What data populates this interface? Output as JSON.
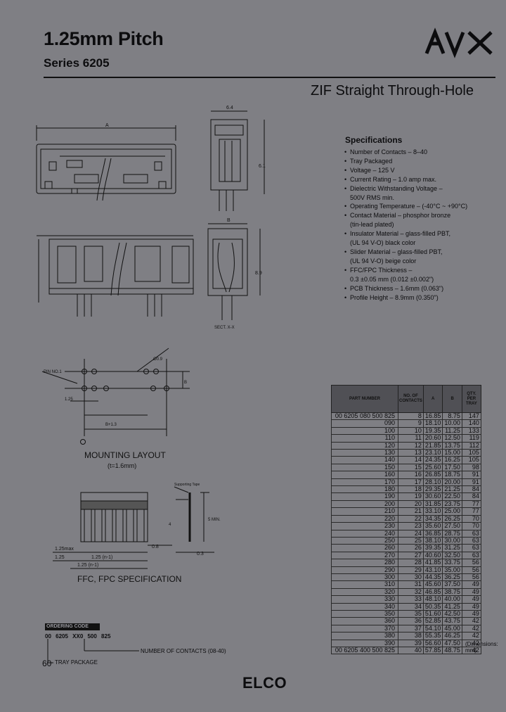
{
  "header": {
    "title": "1.25mm Pitch",
    "series": "Series 6205",
    "logo_text": "AVX",
    "subtitle": "ZIF Straight Through-Hole"
  },
  "specifications": {
    "title": "Specifications",
    "items": [
      {
        "text": "Number of Contacts – 8–40",
        "bullet": true
      },
      {
        "text": "Tray Packaged",
        "bullet": true
      },
      {
        "text": "Voltage – 125 V",
        "bullet": true
      },
      {
        "text": "Current Rating – 1.0 amp max.",
        "bullet": true
      },
      {
        "text": "Dielectric Withstanding Voltage –",
        "bullet": true
      },
      {
        "text": "500V RMS min.",
        "bullet": false
      },
      {
        "text": "Operating Temperature – (-40°C ~ +90°C)",
        "bullet": true
      },
      {
        "text": "Contact Material – phosphor bronze",
        "bullet": true
      },
      {
        "text": "(tin-lead plated)",
        "bullet": false
      },
      {
        "text": "Insulator Material – glass-filled PBT,",
        "bullet": true
      },
      {
        "text": "(UL 94 V-O) black color",
        "bullet": false
      },
      {
        "text": "Slider Material – glass-filled PBT,",
        "bullet": true
      },
      {
        "text": "(UL 94 V-O) beige color",
        "bullet": false
      },
      {
        "text": "FFC/FPC Thickness –",
        "bullet": true
      },
      {
        "text": "0.3 ±0.05 mm (0.012 ±0.002\")",
        "bullet": false
      },
      {
        "text": "PCB Thickness – 1.6mm (0.063\")",
        "bullet": true
      },
      {
        "text": "Profile Height – 8.9mm (0.350\")",
        "bullet": true
      }
    ]
  },
  "drawings": {
    "dim_64": "6.4",
    "dim_a": "A",
    "dim_b": "B",
    "dim_89": "8.9",
    "dim_61": "6.1",
    "dim_section": "SECT. X-X",
    "label_pin": "PIN NO.1",
    "label_diam": "Ø0.9",
    "dim_125": "1.25",
    "dim_b_short": "B",
    "dim_b_plus": "B+1.3",
    "mounting_title": "MOUNTING LAYOUT",
    "mounting_sub": "(t=1.6mm)",
    "supporting_tape": "Supporting Tape",
    "dim_08": "0.8",
    "dim_125max": "1.25max",
    "dim_125b": "1.25",
    "dim_125c": "1.25 (n-1)",
    "dim_125d": "1.25 (n-1)",
    "dim_03": "0.3",
    "dim_4": "4",
    "dim_5min": "5 MIN.",
    "ffc_title": "FFC, FPC SPECIFICATION"
  },
  "table": {
    "headers": [
      "PART NUMBER",
      "NO. OF CONTACTS",
      "A",
      "B",
      "QTY. PER TRAY"
    ],
    "rows": [
      [
        "00 6205 080 500 825",
        "8",
        "16.85",
        "8.75",
        "147"
      ],
      [
        "090",
        "9",
        "18.10",
        "10.00",
        "140"
      ],
      [
        "100",
        "10",
        "19.35",
        "11.25",
        "133"
      ],
      [
        "110",
        "11",
        "20.60",
        "12.50",
        "119"
      ],
      [
        "120",
        "12",
        "21.85",
        "13.75",
        "112"
      ],
      [
        "130",
        "13",
        "23.10",
        "15.00",
        "105"
      ],
      [
        "140",
        "14",
        "24.35",
        "16.25",
        "105"
      ],
      [
        "150",
        "15",
        "25.60",
        "17.50",
        "98"
      ],
      [
        "160",
        "16",
        "26.85",
        "18.75",
        "91"
      ],
      [
        "170",
        "17",
        "28.10",
        "20.00",
        "91"
      ],
      [
        "180",
        "18",
        "29.35",
        "21.25",
        "84"
      ],
      [
        "190",
        "19",
        "30.60",
        "22.50",
        "84"
      ],
      [
        "200",
        "20",
        "31.85",
        "23.75",
        "77"
      ],
      [
        "210",
        "21",
        "33.10",
        "25.00",
        "77"
      ],
      [
        "220",
        "22",
        "34.35",
        "26.25",
        "70"
      ],
      [
        "230",
        "23",
        "35.60",
        "27.50",
        "70"
      ],
      [
        "240",
        "24",
        "36.85",
        "28.75",
        "63"
      ],
      [
        "250",
        "25",
        "38.10",
        "30.00",
        "63"
      ],
      [
        "260",
        "26",
        "39.35",
        "31.25",
        "63"
      ],
      [
        "270",
        "27",
        "40.60",
        "32.50",
        "63"
      ],
      [
        "280",
        "28",
        "41.85",
        "33.75",
        "56"
      ],
      [
        "290",
        "29",
        "43.10",
        "35.00",
        "56"
      ],
      [
        "300",
        "30",
        "44.35",
        "36.25",
        "56"
      ],
      [
        "310",
        "31",
        "45.60",
        "37.50",
        "49"
      ],
      [
        "320",
        "32",
        "46.85",
        "38.75",
        "49"
      ],
      [
        "330",
        "33",
        "48.10",
        "40.00",
        "49"
      ],
      [
        "340",
        "34",
        "50.35",
        "41.25",
        "49"
      ],
      [
        "350",
        "35",
        "51.60",
        "42.50",
        "49"
      ],
      [
        "360",
        "36",
        "52.85",
        "43.75",
        "42"
      ],
      [
        "370",
        "37",
        "54.10",
        "45.00",
        "42"
      ],
      [
        "380",
        "38",
        "55.35",
        "46.25",
        "42"
      ],
      [
        "390",
        "39",
        "56.60",
        "47.50",
        "42"
      ],
      [
        "00 6205 400 500 825",
        "40",
        "57.85",
        "48.75",
        "42"
      ]
    ],
    "note": "(Dimensions: mm)"
  },
  "ordering": {
    "title": "ORDERING CODE",
    "code": "00  6205  XX0  500  825",
    "contacts_label": "NUMBER OF CONTACTS (08-40)",
    "tray_label": "TRAY PACKAGE"
  },
  "footer": {
    "page": "60",
    "brand": "ELCO"
  }
}
